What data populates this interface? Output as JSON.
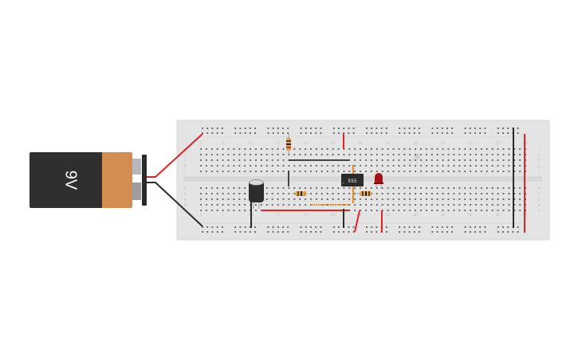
{
  "battery": {
    "label": "9V"
  },
  "ic": {
    "label": "555"
  },
  "breadboard": {
    "column_numbers": [
      "1",
      "5",
      "10",
      "15",
      "20",
      "25",
      "30",
      "35",
      "40",
      "45",
      "50",
      "55",
      "60"
    ],
    "row_letters_top": [
      "j",
      "i",
      "h",
      "g",
      "f"
    ],
    "row_letters_bottom": [
      "e",
      "d",
      "c",
      "b",
      "a"
    ]
  },
  "colors": {
    "battery_body": "#2f2f2f",
    "battery_cap": "#d38d50",
    "breadboard": "#e4e4e4",
    "hole": "#555555",
    "wire_red": "#e02424",
    "wire_black": "#2b2b2b",
    "wire_orange": "#e38b1b",
    "led": "#a31414",
    "ic": "#2a2a2a"
  }
}
